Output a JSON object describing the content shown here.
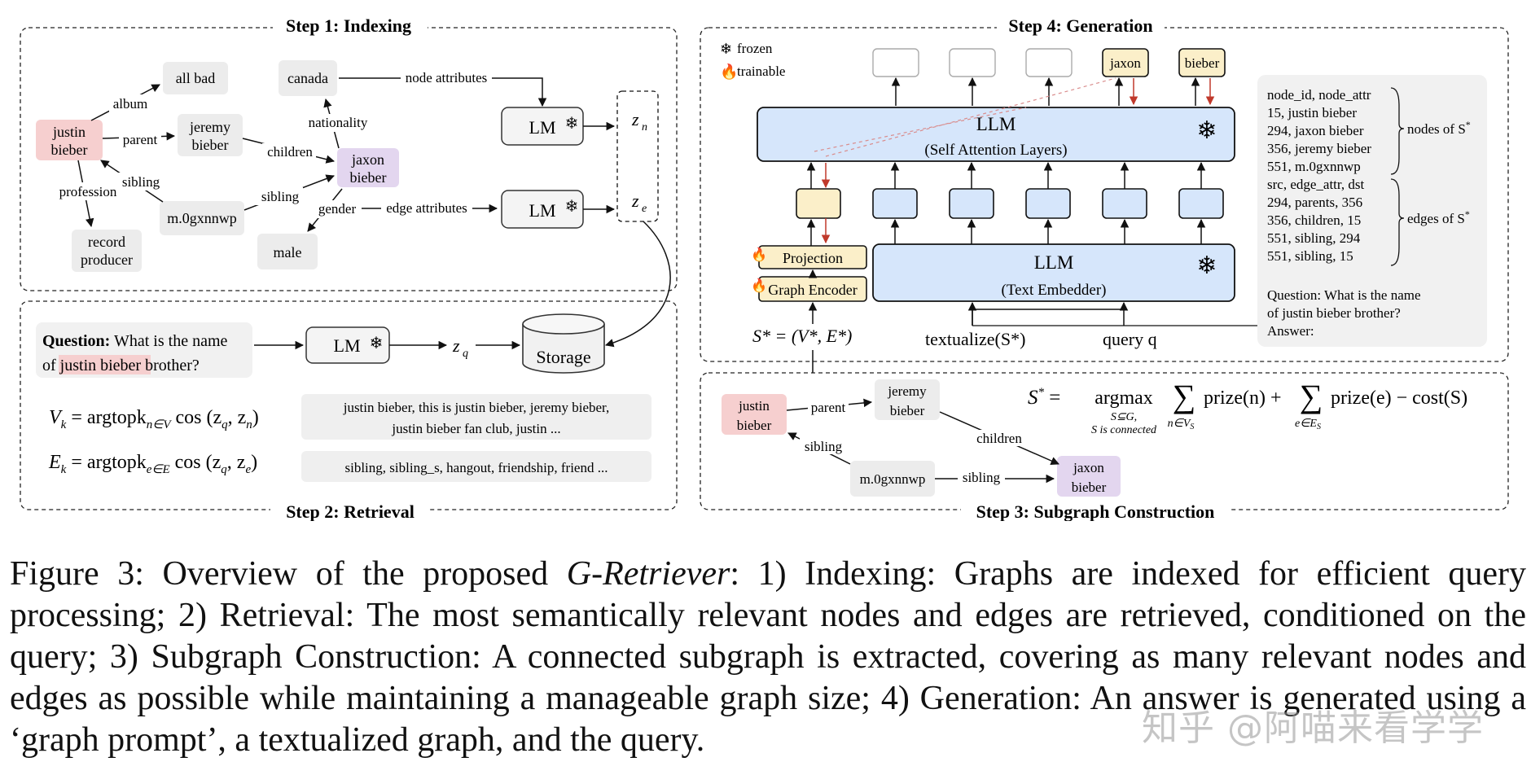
{
  "step1": {
    "title": "Step 1: Indexing",
    "nodes": {
      "justin_bieber": [
        "justin",
        "bieber"
      ],
      "all_bad": "all bad",
      "jeremy_bieber": [
        "jeremy",
        "bieber"
      ],
      "canada": "canada",
      "jaxon_bieber": [
        "jaxon",
        "bieber"
      ],
      "m0gxnnwp": "m.0gxnnwp",
      "record_producer": [
        "record",
        "producer"
      ],
      "male": "male"
    },
    "edges": {
      "album": "album",
      "parent": "parent",
      "profession": "profession",
      "sibling": "sibling",
      "nationality": "nationality",
      "children": "children",
      "sibling2": "sibling",
      "gender": "gender"
    },
    "node_attributes": "node attributes",
    "edge_attributes": "edge attributes",
    "lm": "LM",
    "zn": "z",
    "zn_sub": "n",
    "ze": "z",
    "ze_sub": "e"
  },
  "step2": {
    "title": "Step 2: Retrieval",
    "question_label": "Question:",
    "question_rest": " What is the name",
    "question_line2_pre": "of ",
    "question_highlight": "justin bieber",
    "question_line2_post": " brother?",
    "lm": "LM",
    "zq": "z",
    "zq_sub": "q",
    "storage": "Storage",
    "vk_formula": {
      "lhs": "V",
      "lhs_sub": "k",
      "op": " = argtopk",
      "op_sub": "n∈V",
      "rest": " cos (z",
      "a": "q",
      "b": "n"
    },
    "ek_formula": {
      "lhs": "E",
      "lhs_sub": "k",
      "op": " = argtopk",
      "op_sub": "e∈E",
      "rest": " cos (z",
      "a": "q",
      "b": "e"
    },
    "vk_results": [
      "justin bieber, this is justin bieber, jeremy bieber,",
      "justin bieber fan club, justin ..."
    ],
    "ek_results": "sibling, sibling_s, hangout, friendship, friend ..."
  },
  "step3": {
    "title": "Step 3: Subgraph Construction",
    "nodes": {
      "justin_bieber": [
        "justin",
        "bieber"
      ],
      "jeremy_bieber": [
        "jeremy",
        "bieber"
      ],
      "jaxon_bieber": [
        "jaxon",
        "bieber"
      ],
      "m0gxnnwp": "m.0gxnnwp"
    },
    "edges": {
      "parent": "parent",
      "children": "children",
      "sibling": "sibling",
      "sibling2": "sibling"
    },
    "formula": {
      "lhs": "S",
      "argmax": "argmax",
      "argmax_sub1": "S⊆G,",
      "argmax_sub2": "S is connected",
      "sum1_sub": "n∈V",
      "sum1_subsub": "S",
      "term1": "prize(n) +",
      "sum2_sub": "e∈E",
      "sum2_subsub": "S",
      "term2": "prize(e) − cost(S)"
    }
  },
  "step4": {
    "title": "Step 4: Generation",
    "legend": {
      "frozen": "frozen",
      "trainable": "trainable"
    },
    "outputs": [
      "",
      "",
      "",
      "jaxon",
      "bieber"
    ],
    "llm_top": "LLM",
    "llm_top_sub": "(Self Attention Layers)",
    "llm_bottom": "LLM",
    "llm_bottom_sub": "(Text Embedder)",
    "projection": "Projection",
    "graph_encoder": "Graph Encoder",
    "s_star": "S* = (V*, E*)",
    "textualize": "textualize(S*)",
    "query": "query q",
    "table_lines": [
      "node_id, node_attr",
      "15, justin bieber",
      "294, jaxon bieber",
      "356, jeremy bieber",
      "551, m.0gxnnwp",
      "src, edge_attr, dst",
      "294, parents, 356",
      "356, children, 15",
      "551, sibling, 294",
      "551, sibling, 15"
    ],
    "nodes_label": "nodes of S",
    "edges_label": "edges of S",
    "question_lines": [
      "Question: What is the name",
      "of justin bieber brother?",
      "Answer:"
    ]
  },
  "caption": {
    "lead": "Figure 3: Overview of the proposed ",
    "name": "G-Retriever",
    "body": ": 1) Indexing: Graphs are indexed for efficient query processing; 2) Retrieval: The most semantically relevant nodes and edges are retrieved, conditioned on the query; 3) Subgraph Construction: A connected subgraph is extracted, covering as many relevant nodes and edges as possible while maintaining a manageable graph size; 4) Generation: An answer is generated using a ‘graph prompt’, a textualized graph, and the query."
  },
  "watermark": "知乎 @阿喵来看学学",
  "colors": {
    "pink": "#f6cfcf",
    "purple": "#e3d6ef",
    "grey_node": "#ececec",
    "blue": "#d6e6fb",
    "yellow": "#fbefc9",
    "red_arrow": "#c0392b"
  }
}
